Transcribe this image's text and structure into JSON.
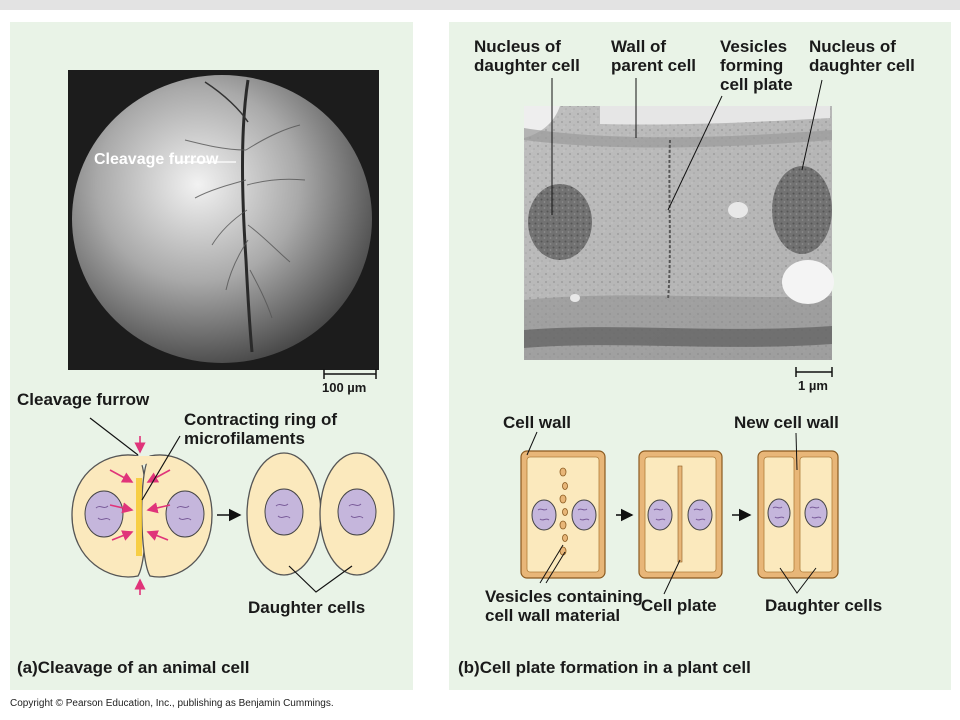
{
  "panel_a": {
    "micro_label": "Cleavage furrow",
    "scale_bar": "100 µm",
    "diagram_label_furrow": "Cleavage furrow",
    "diagram_label_ring": "Contracting ring of microfilaments",
    "diagram_label_daughter": "Daughter cells",
    "caption_letter": "(a)",
    "caption_text": "Cleavage of an animal cell"
  },
  "panel_b": {
    "label_nucleus_left": "Nucleus of daughter cell",
    "label_wall_parent": "Wall of parent cell",
    "label_vesicles_plate": "Vesicles forming cell plate",
    "label_nucleus_right": "Nucleus of daughter cell",
    "scale_bar": "1 µm",
    "label_cell_wall": "Cell wall",
    "label_new_cell_wall": "New cell wall",
    "label_vesicles_material": "Vesicles containing cell wall material",
    "label_cell_plate": "Cell plate",
    "label_daughter": "Daughter cells",
    "caption_letter": "(b)",
    "caption_text": "Cell plate formation in a plant cell"
  },
  "copyright": "Copyright © Pearson Education, Inc., publishing as Benjamin Cummings.",
  "colors": {
    "panel_bg": "#e9f3e7",
    "cell_fill": "#fbe9bd",
    "nucleus_fill": "#c5b6dc",
    "arrow_pink": "#e0347a",
    "plant_wall": "#e8b678"
  }
}
